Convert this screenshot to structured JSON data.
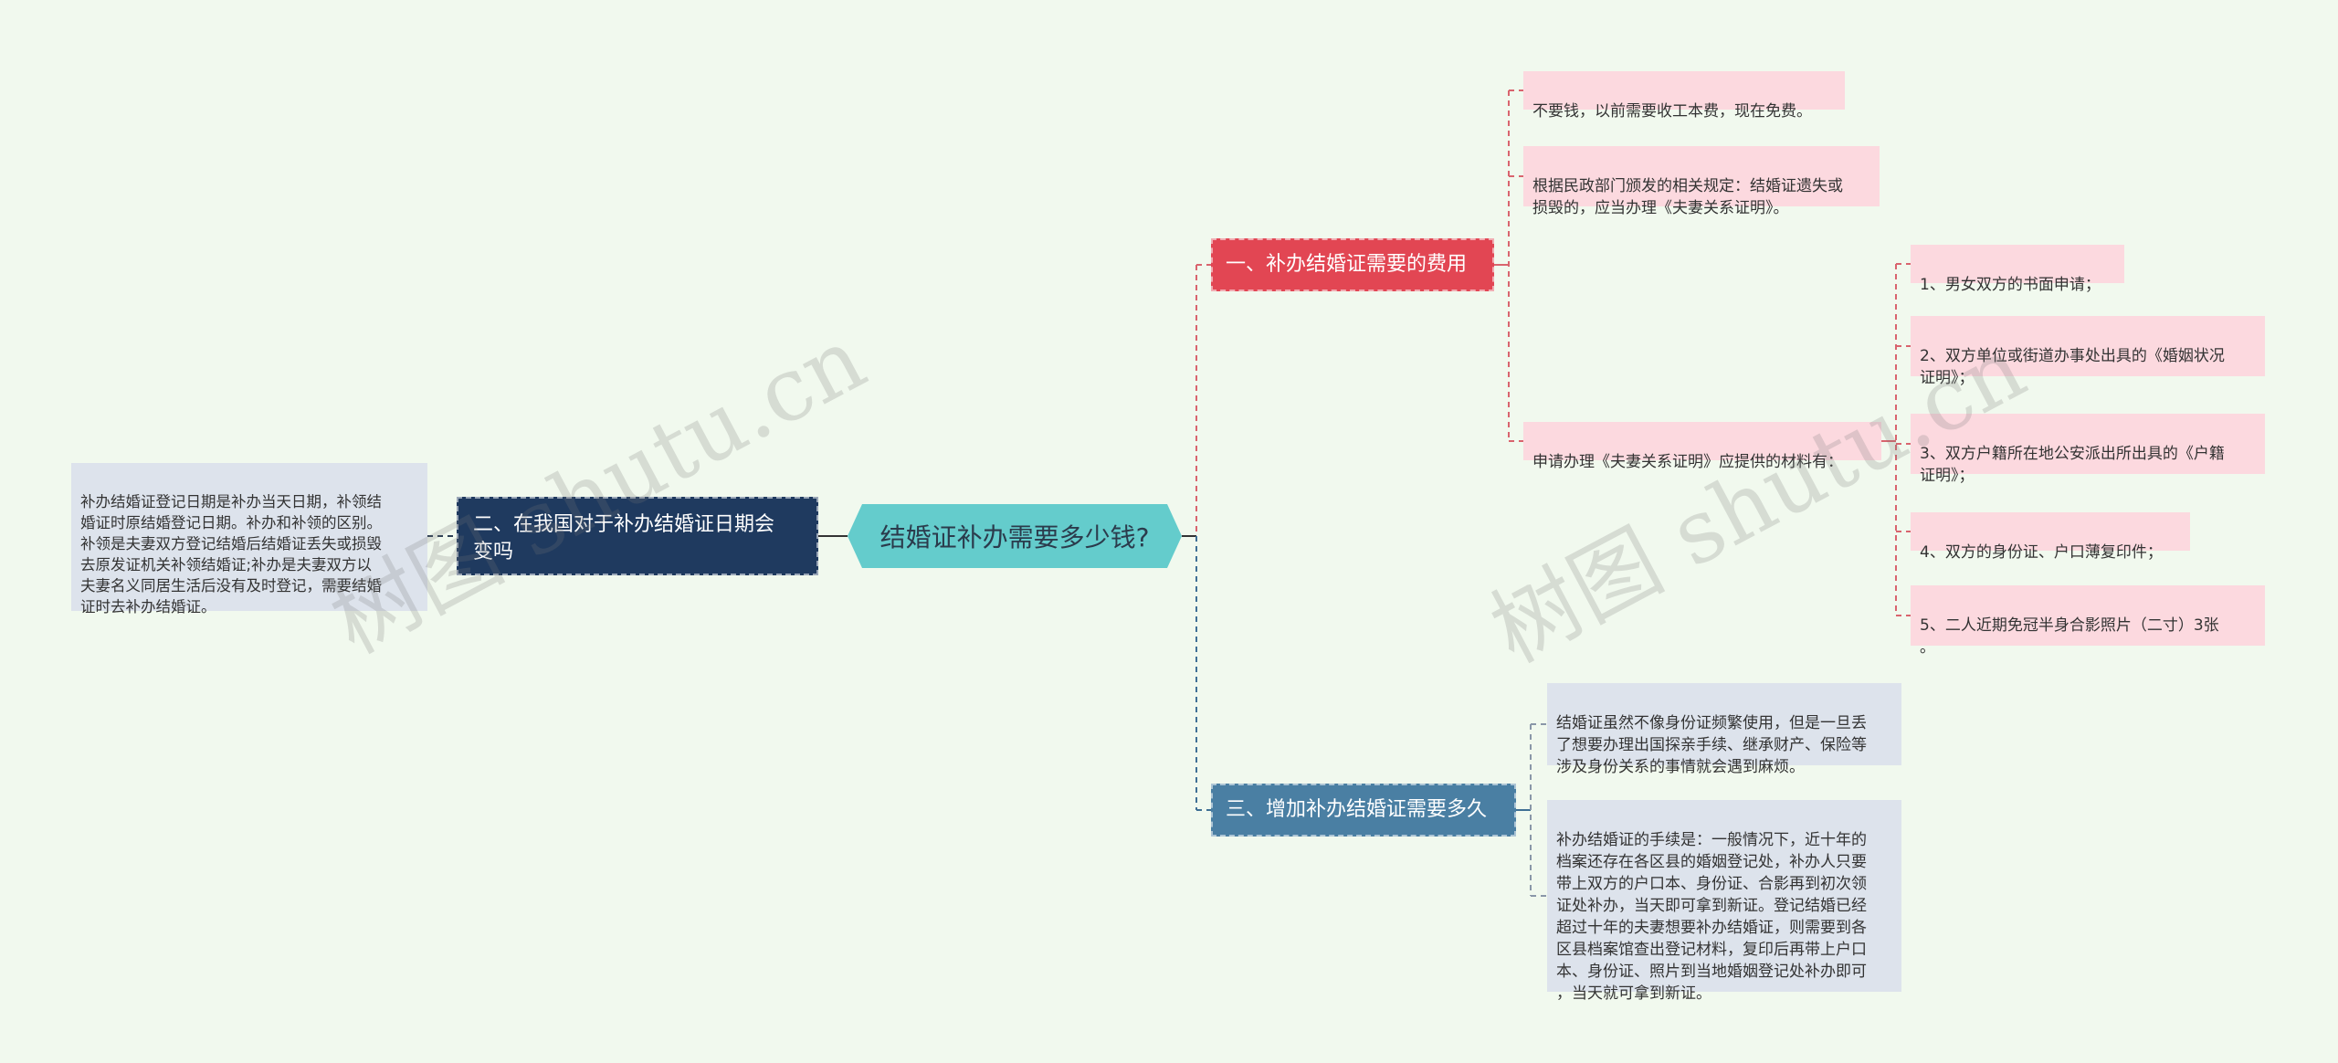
{
  "root": {
    "label": "结婚证补办需要多少钱?"
  },
  "branches": {
    "cost": {
      "label": "一、补办结婚证需要的费用",
      "items": [
        "不要钱，以前需要收工本费，现在免费。",
        "根据民政部门颁发的相关规定：结婚证遗失或\n损毁的，应当办理《夫妻关系证明》。",
        "申请办理《夫妻关系证明》应提供的材料有："
      ],
      "materials": [
        "1、男女双方的书面申请；",
        "2、双方单位或街道办事处出具的《婚姻状况\n证明》；",
        "3、双方户籍所在地公安派出所出具的《户籍\n证明》；",
        "4、双方的身份证、户口薄复印件；",
        "5、二人近期免冠半身合影照片（二寸）3张\n。"
      ]
    },
    "date": {
      "label": "二、在我国对于补办结婚证日期会\n变吗",
      "detail": "补办结婚证登记日期是补办当天日期，补领结\n婚证时原结婚登记日期。补办和补领的区别。\n补领是夫妻双方登记结婚后结婚证丢失或损毁\n去原发证机关补领结婚证;补办是夫妻双方以\n夫妻名义同居生活后没有及时登记，需要结婚\n证时去补办结婚证。"
    },
    "time": {
      "label": "三、增加补办结婚证需要多久",
      "items": [
        "结婚证虽然不像身份证频繁使用，但是一旦丢\n了想要办理出国探亲手续、继承财产、保险等\n涉及身份关系的事情就会遇到麻烦。",
        "补办结婚证的手续是：一般情况下，近十年的\n档案还存在各区县的婚姻登记处，补办人只要\n带上双方的户口本、身份证、合影再到初次领\n证处补办，当天即可拿到新证。登记结婚已经\n超过十年的夫妻想要补办结婚证，则需要到各\n区县档案馆查出登记材料，复印后再带上户口\n本、身份证、照片到当地婚姻登记处补办即可\n，当天就可拿到新证。"
      ]
    }
  },
  "watermarks": [
    "树图 shutu.cn",
    "树图 shutu.cn"
  ],
  "colors": {
    "background": "#f1f9ee",
    "root": "#64cccc",
    "cost_branch": "#e24653",
    "date_branch": "#1f3a5f",
    "time_branch": "#4a7fa3",
    "pink_leaf": "#fcd9df",
    "grey_leaf": "#dde3ec"
  }
}
